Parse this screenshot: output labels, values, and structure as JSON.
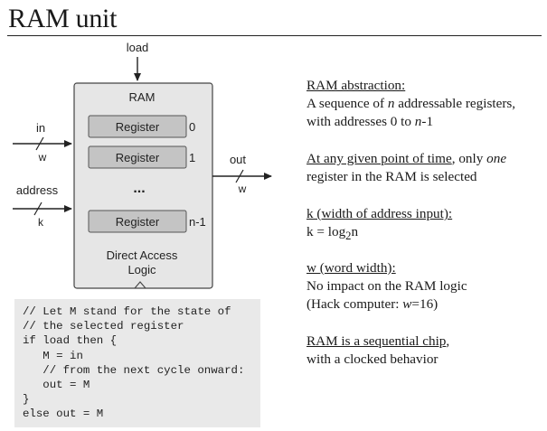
{
  "slide": {
    "title": "RAM unit"
  },
  "diagram": {
    "load_label": "load",
    "ram_label": "RAM",
    "in_label": "in",
    "in_width": "w",
    "address_label": "address",
    "address_width": "k",
    "out_label": "out",
    "out_width": "w",
    "registers": [
      {
        "label": "Register",
        "index": "0"
      },
      {
        "label": "Register",
        "index": "1"
      },
      {
        "label": "Register",
        "index": "n-1"
      }
    ],
    "ellipsis": "...",
    "logic_line1": "Direct Access",
    "logic_line2": "Logic"
  },
  "code": "// Let M stand for the state of\n// the selected register\nif load then {\n   M = in\n   // from the next cycle onward:\n   out = M\n}\nelse out = M",
  "notes": [
    {
      "head": "RAM abstraction:",
      "lines": [
        "A sequence of <i>n</i> addressable registers,",
        "with addresses 0 to <i>n</i>-1"
      ]
    },
    {
      "head": "At any given point of time",
      "head_rest": ", only <i>one</i>",
      "lines": [
        "register in the RAM is selected"
      ]
    },
    {
      "head": "k (width of address input):",
      "lines": [
        "k = log<sub>2</sub>n"
      ]
    },
    {
      "head": "w (word width):",
      "lines": [
        "No impact on the RAM logic",
        "(Hack computer: <i>w</i>=16)"
      ]
    },
    {
      "head": "RAM is a sequential chip",
      "head_rest": ",",
      "lines": [
        "with a clocked behavior"
      ]
    }
  ]
}
